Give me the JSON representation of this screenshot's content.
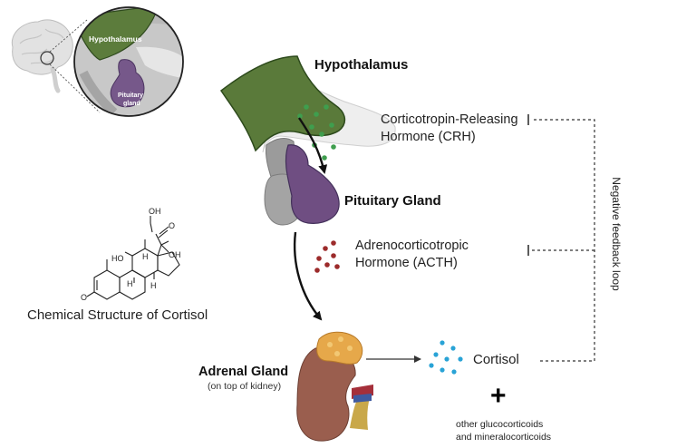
{
  "labels": {
    "hypothalamus": "Hypothalamus",
    "crh_line1": "Corticotropin-Releasing",
    "crh_line2": "Hormone (CRH)",
    "pituitary": "Pituitary Gland",
    "acth_line1": "Adrenocorticotropic",
    "acth_line2": "Hormone (ACTH)",
    "adrenal": "Adrenal Gland",
    "adrenal_sub": "(on top of kidney)",
    "cortisol": "Cortisol",
    "plus": "+",
    "other_line1": "other glucocorticoids",
    "other_line2": "and mineralocorticoids",
    "chem_structure": "Chemical Structure of Cortisol",
    "negative_feedback": "Negative feedback  loop"
  },
  "inset": {
    "hypothalamus": "Hypothalamus",
    "pituitary_line1": "Pituitary",
    "pituitary_line2": "gland"
  },
  "molecule": {
    "atoms": {
      "oh_top": "OH",
      "o_ketone": "O",
      "ho": "HO",
      "oh_right": "OH",
      "h1": "H",
      "h2": "H",
      "h3": "H",
      "o_left": "O"
    }
  },
  "colors": {
    "hypothalamus": "#5a7a3a",
    "pituitary": "#6e4d80",
    "brain": "#dcdcdc",
    "crh_dots": "#3f9e4e",
    "acth_dots": "#9c2b2b",
    "cortisol_dots": "#29a3d6",
    "kidney": "#9a5e4e",
    "adrenal": "#e6a84a"
  }
}
